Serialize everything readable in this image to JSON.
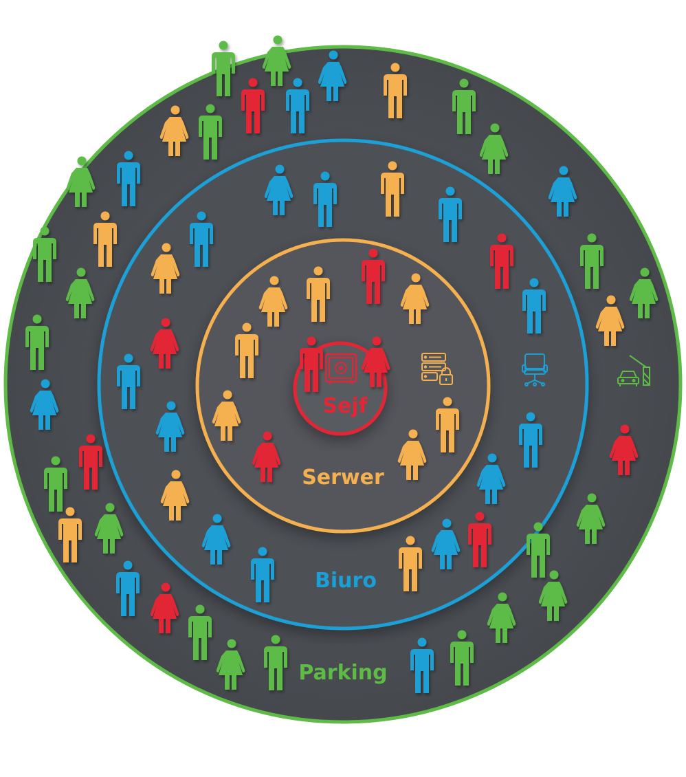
{
  "zones": {
    "sejf": {
      "label": "Sejf",
      "color": "#e32636",
      "icon": "safe-icon"
    },
    "serwer": {
      "label": "Serwer",
      "color": "#f5b04f",
      "icon": "server-lock-icon"
    },
    "biuro": {
      "label": "Biuro",
      "color": "#1aa0d6",
      "icon": "office-chair-icon"
    },
    "parking": {
      "label": "Parking",
      "color": "#5dbb46",
      "icon": "car-barrier-icon"
    }
  },
  "people_colors": {
    "red": "#e32636",
    "orange": "#f5b04f",
    "blue": "#1aa0d6",
    "green": "#5dbb46"
  },
  "background_color": "#4a4d52"
}
